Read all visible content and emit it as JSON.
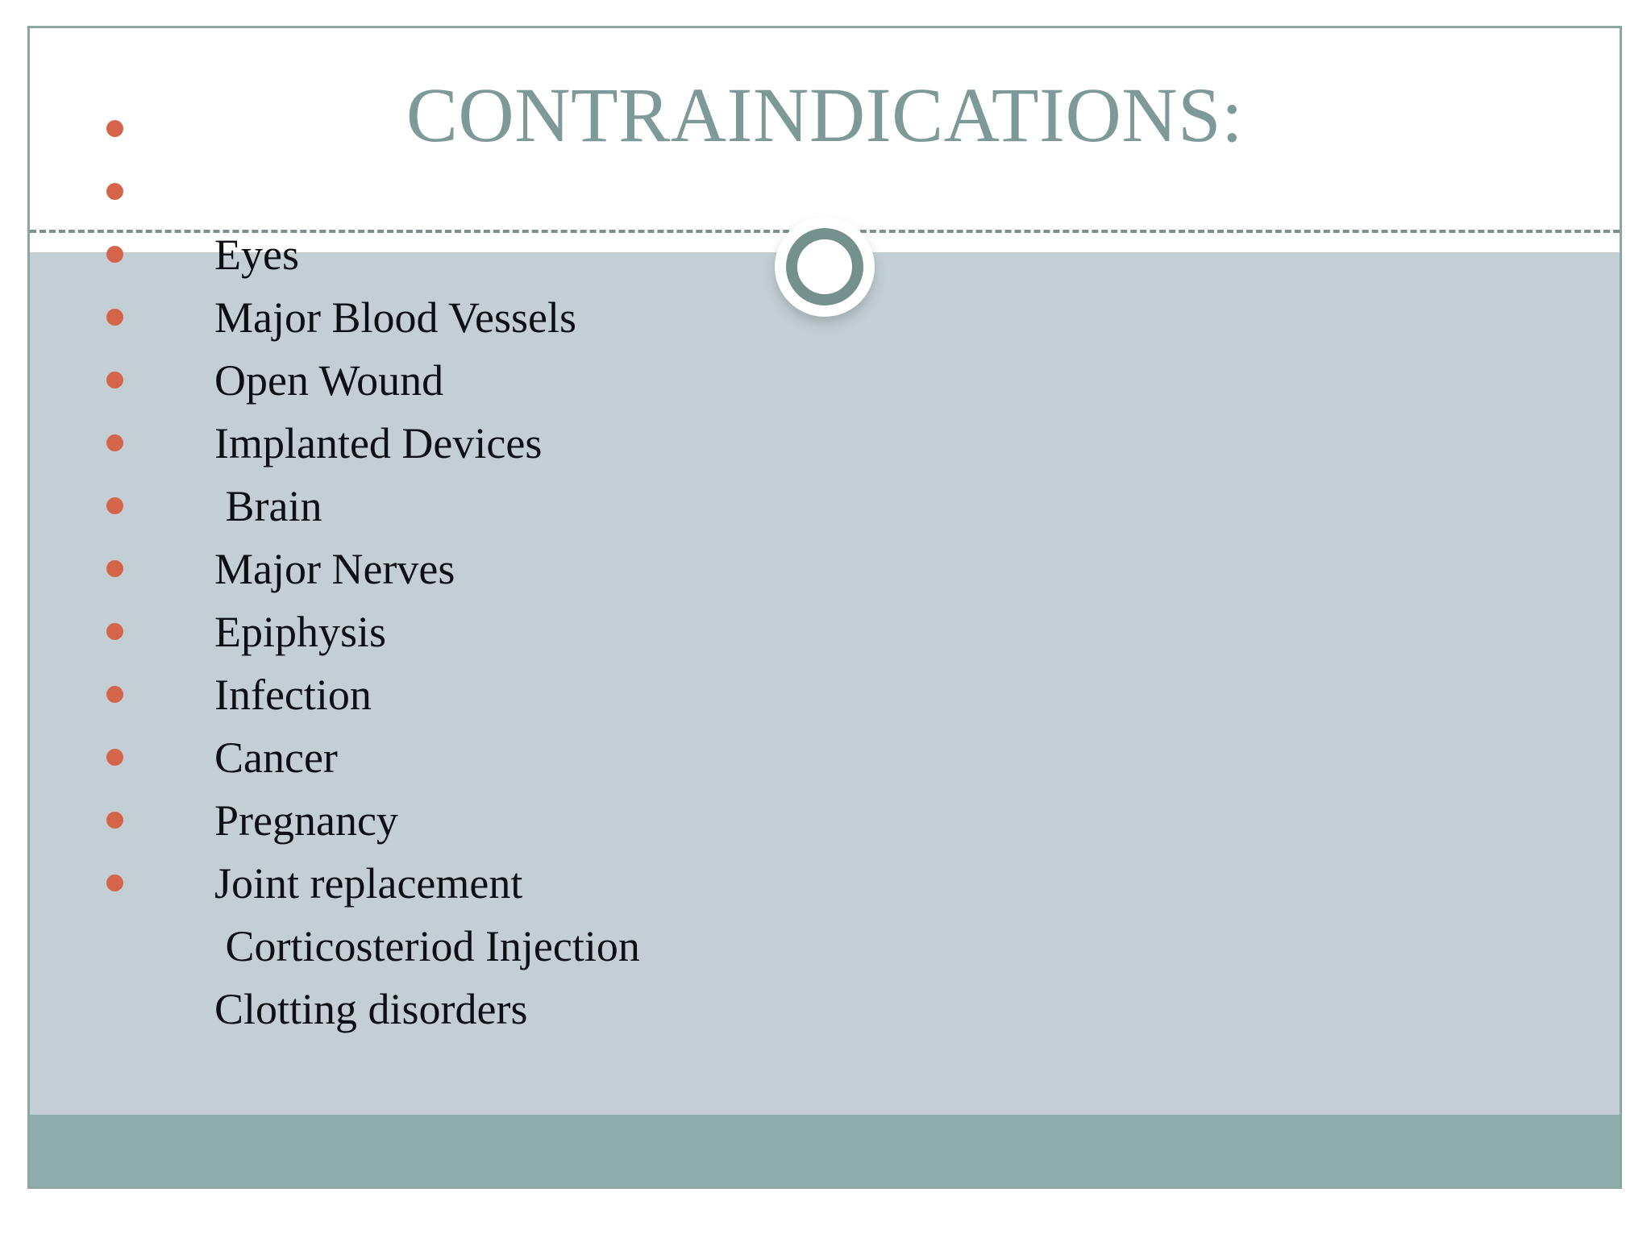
{
  "slide": {
    "title": "CONTRAINDICATIONS:",
    "ornament_icon": "circle-ring-ornament",
    "colors": {
      "title_text": "#7d9a98",
      "frame_border": "#8ba6a3",
      "body_background": "#c3cfd4",
      "footer_bar": "#8fadaa",
      "bullet_marker": "#d4654a",
      "body_text": "#0c1014",
      "divider_dashed": "#7d8f8e",
      "ornament_ring": "#75918e"
    },
    "bullets": [
      {
        "label": "Eyes"
      },
      {
        "label": "Major Blood Vessels"
      },
      {
        "label": "Open Wound"
      },
      {
        "label": "Implanted Devices"
      },
      {
        "label": " Brain"
      },
      {
        "label": "Major Nerves"
      },
      {
        "label": "Epiphysis"
      },
      {
        "label": "Infection"
      },
      {
        "label": "Cancer"
      },
      {
        "label": "Pregnancy"
      },
      {
        "label": "Joint replacement"
      },
      {
        "label": " Corticosteriod Injection"
      },
      {
        "label": "Clotting disorders"
      }
    ]
  }
}
